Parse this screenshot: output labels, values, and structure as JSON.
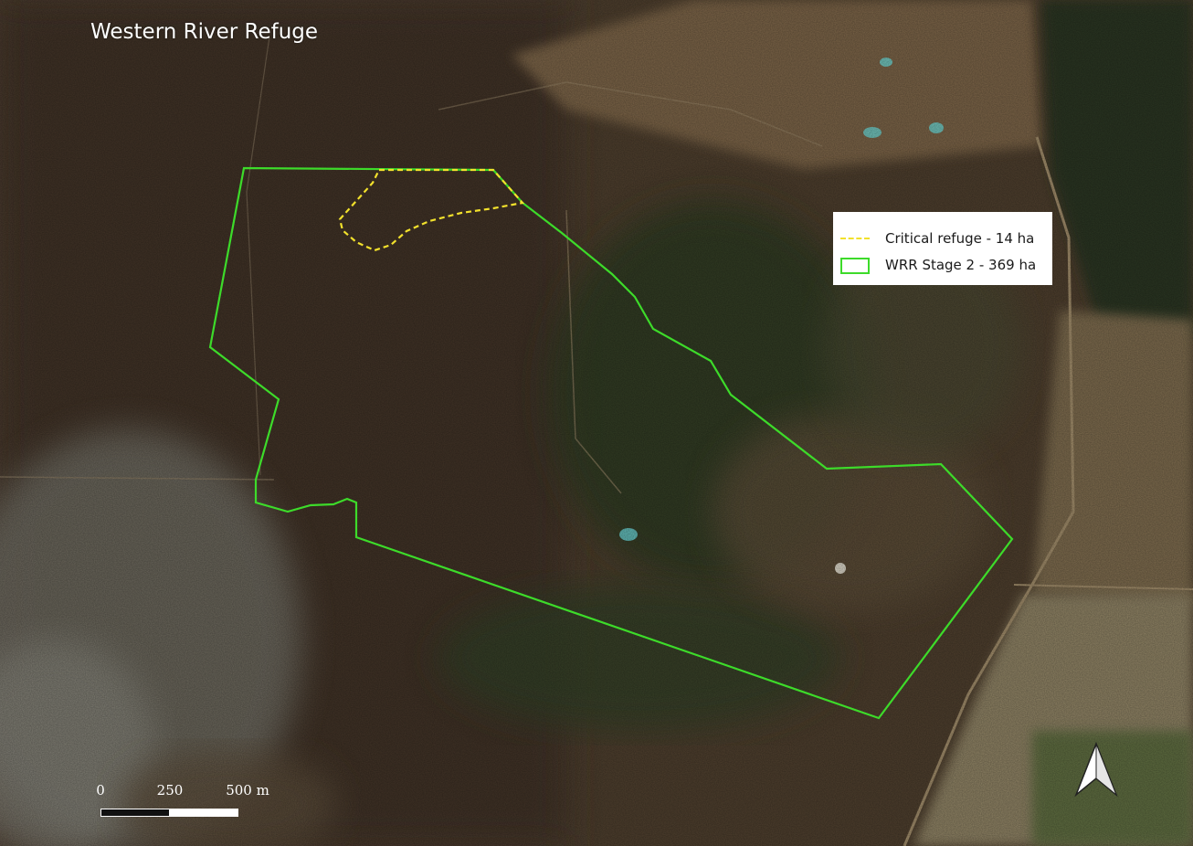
{
  "map": {
    "title": "Western River Refuge",
    "legend": {
      "items": [
        {
          "label": "Critical refuge - 14 ha",
          "symbol": "dashed-line",
          "color": "#f2e12c"
        },
        {
          "label": "WRR Stage 2 - 369 ha",
          "symbol": "outline-box",
          "color": "#3ddb2a"
        }
      ]
    },
    "scalebar": {
      "labels": [
        "0",
        "250",
        "500 m"
      ]
    },
    "north_arrow": {
      "icon": "north-arrow-icon"
    },
    "colors": {
      "boundary": "#3ddb2a",
      "refuge": "#f2e12c",
      "text": "#ffffff"
    }
  }
}
